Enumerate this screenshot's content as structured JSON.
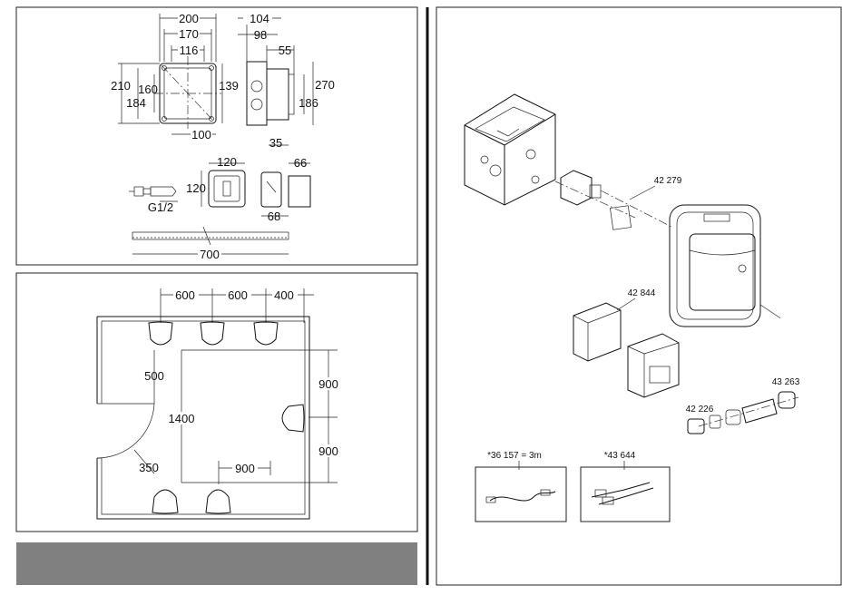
{
  "page": {
    "top_left": {
      "width_dims": [
        "200",
        "170",
        "116"
      ],
      "height_dims": [
        "210",
        "160",
        "184",
        "139"
      ],
      "bottom_dim": "100",
      "side_top_dims": [
        "104",
        "98",
        "55"
      ],
      "side_height_dims": [
        "270",
        "186"
      ],
      "side_bottom_dim": "35",
      "small_box_dims": [
        "120",
        "120"
      ],
      "thread_label": "G1/2",
      "cover_dims": [
        "66",
        "68"
      ],
      "profile_dim": "700"
    },
    "layout_plan": {
      "spacing_top": [
        "600",
        "600",
        "400"
      ],
      "left_offset": "500",
      "center_depth": "1400",
      "right_dims": [
        "900",
        "900"
      ],
      "door_radius": "350",
      "bottom_spacing": "900"
    },
    "parts": {
      "box_kit": "42 279",
      "box_set": "42 844",
      "fitting_a": "42 226",
      "fitting_b": "43 263",
      "cable": "*36 157 = 3m",
      "adapter": "*43 644"
    }
  }
}
